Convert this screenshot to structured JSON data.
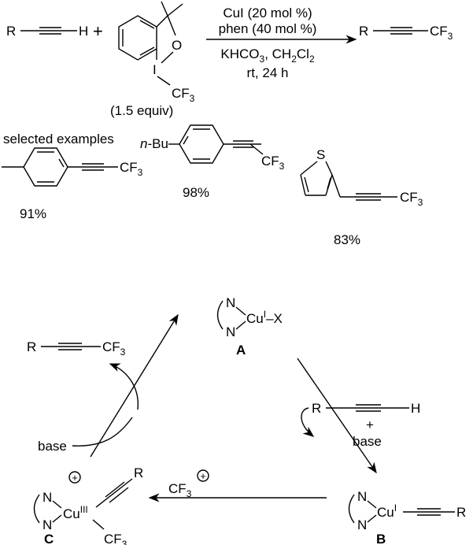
{
  "reaction": {
    "reactant_r": "R",
    "reactant_h": "H",
    "plus": "+",
    "reagent_o": "O",
    "reagent_i": "I",
    "reagent_cf": "CF",
    "reagent_sub3": "3",
    "reagent_equiv": "(1.5 equiv)",
    "cond_1": "CuI (20 mol %)",
    "cond_2": "phen (40 mol %)",
    "cond_3a": "KHCO",
    "cond_3b": "3",
    "cond_3c": ", CH",
    "cond_3d": "2",
    "cond_3e": "Cl",
    "cond_3f": "2",
    "cond_4": "rt, 24 h",
    "product_r": "R",
    "product_cf": "CF",
    "product_sub3": "3"
  },
  "examples": {
    "heading": "selected examples",
    "items": [
      {
        "substituent": "",
        "cf": "CF",
        "sub": "3",
        "yield": "91%"
      },
      {
        "substituent": "n-Bu",
        "cf": "CF",
        "sub": "3",
        "yield": "98%"
      },
      {
        "heteroatom": "S",
        "cf": "CF",
        "sub": "3",
        "yield": "83%"
      }
    ]
  },
  "cycle": {
    "A": {
      "n1": "N",
      "n2": "N",
      "cu": "Cu",
      "ox": "I",
      "x": "–X",
      "label": "A"
    },
    "B": {
      "n1": "N",
      "n2": "N",
      "cu": "Cu",
      "ox": "I",
      "r": "R",
      "label": "B"
    },
    "C": {
      "n1": "N",
      "n2": "N",
      "cu": "Cu",
      "ox": "III",
      "r": "R",
      "cf": "CF",
      "sub": "3",
      "charge": "+",
      "label": "C"
    },
    "product": {
      "r": "R",
      "cf": "CF",
      "sub": "3"
    },
    "alkyne_in": {
      "r": "R",
      "h": "H",
      "plus": "+",
      "base": "base"
    },
    "base_left": "base",
    "cf3_cation": {
      "cf": "CF",
      "sub": "3",
      "charge": "+"
    }
  }
}
